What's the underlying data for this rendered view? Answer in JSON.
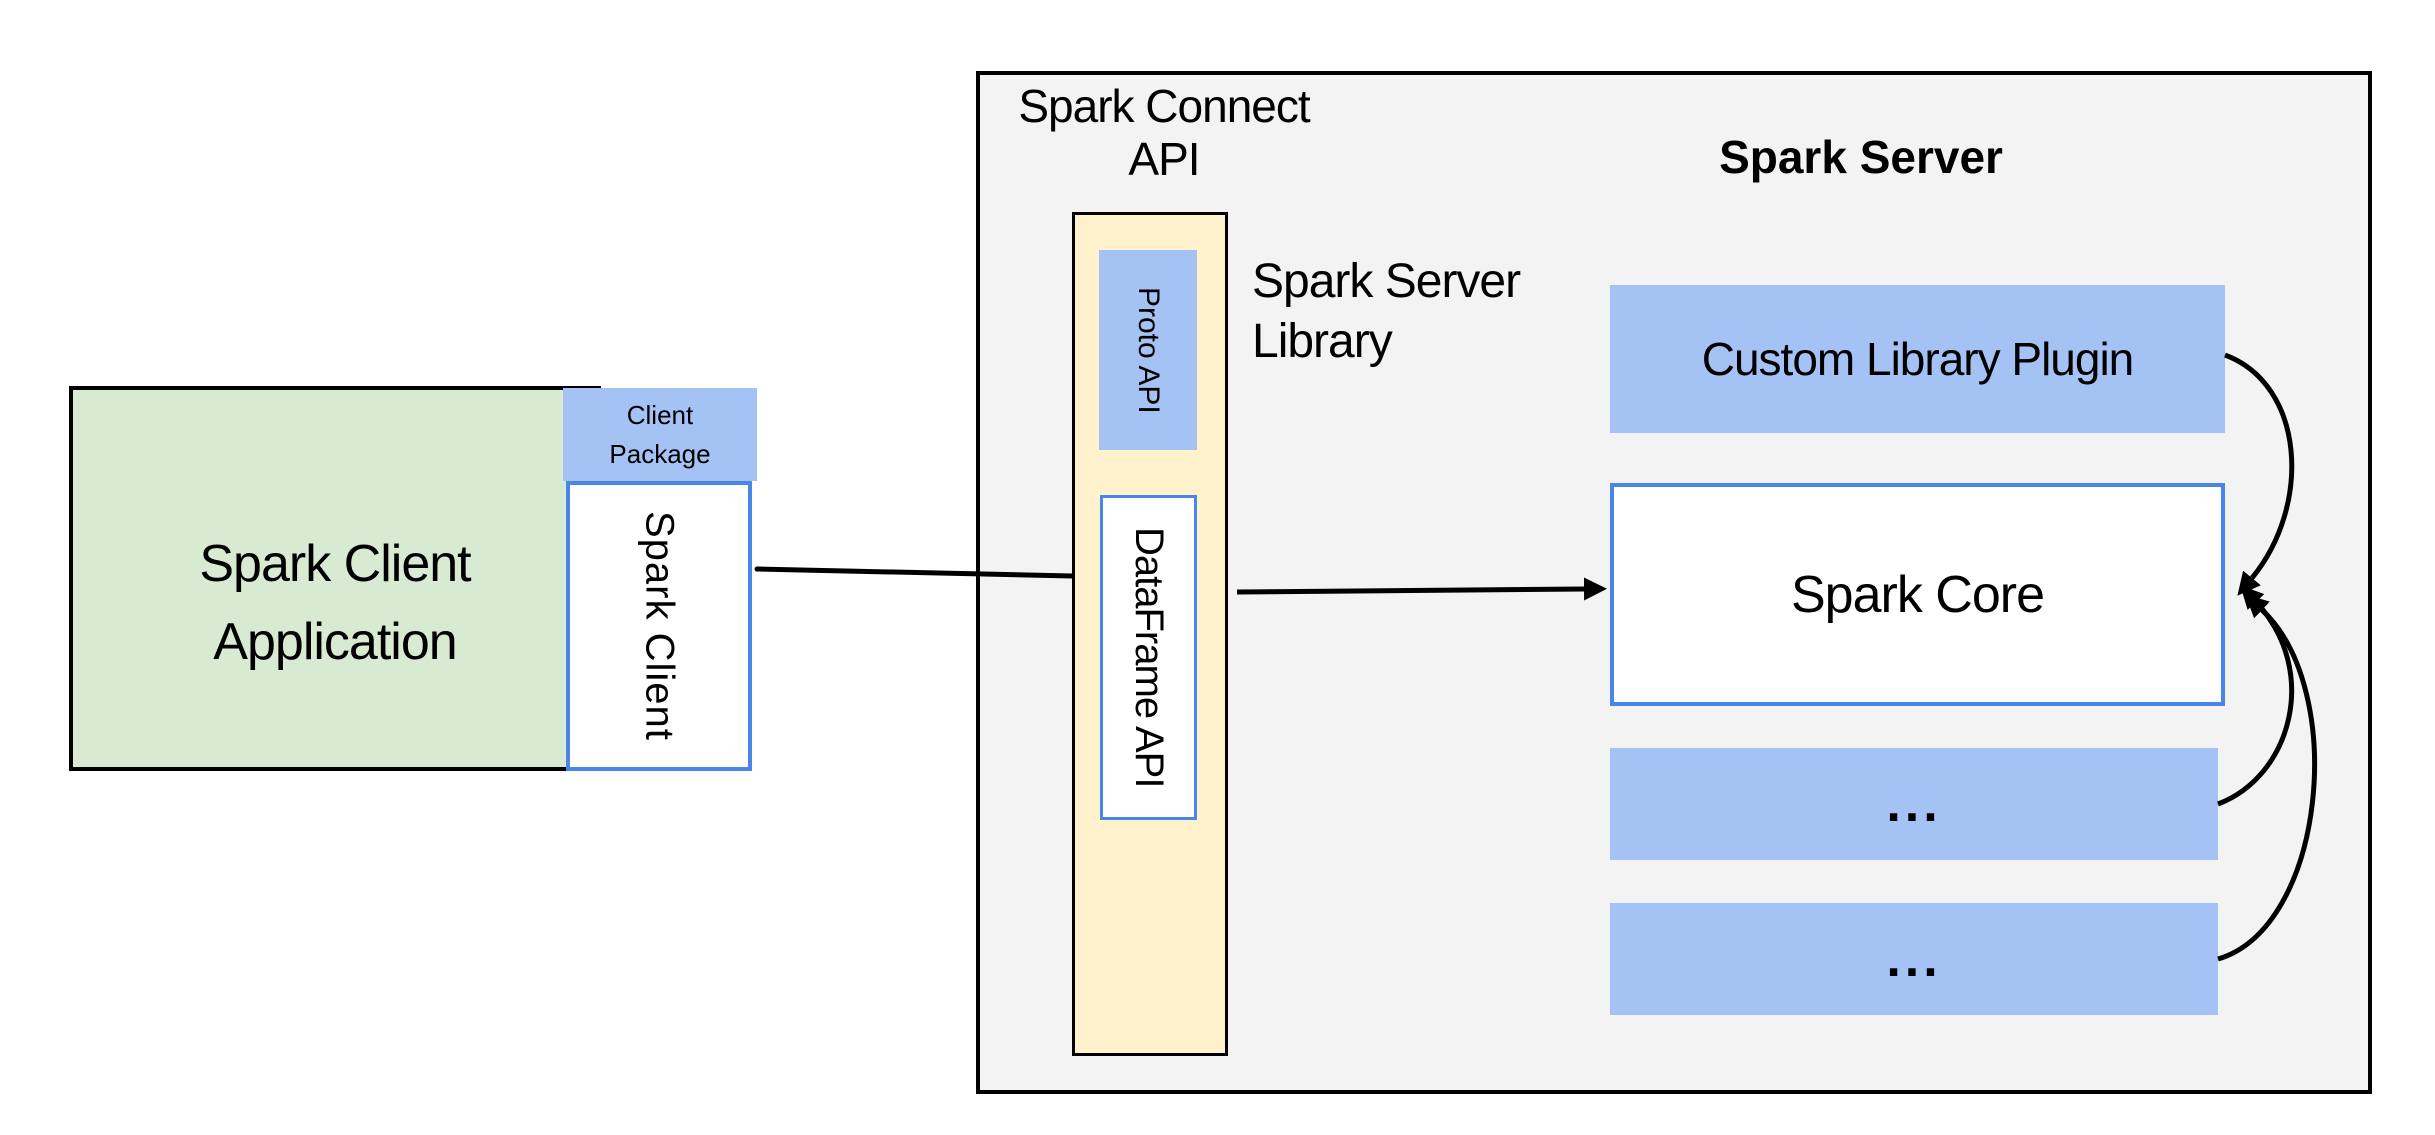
{
  "colors": {
    "green_fill": "#d9ead3",
    "blue_fill": "#a4c2f4",
    "yellow_fill": "#fff2cc",
    "gray_fill": "#f3f3f3",
    "blue_border": "#4a86e8",
    "black": "#000000",
    "background": "#ffffff"
  },
  "client": {
    "app_label": "Spark Client Application",
    "package_label": "Client Package",
    "spark_client_label": "Spark Client"
  },
  "connect": {
    "title": "Spark Connect API",
    "proto_label": "Proto API",
    "dataframe_label": "DataFrame API",
    "library_label": "Spark Server Library"
  },
  "server": {
    "title": "Spark Server",
    "plugin_label": "Custom Library Plugin",
    "core_label": "Spark Core",
    "dots1_label": "...",
    "dots2_label": "..."
  }
}
